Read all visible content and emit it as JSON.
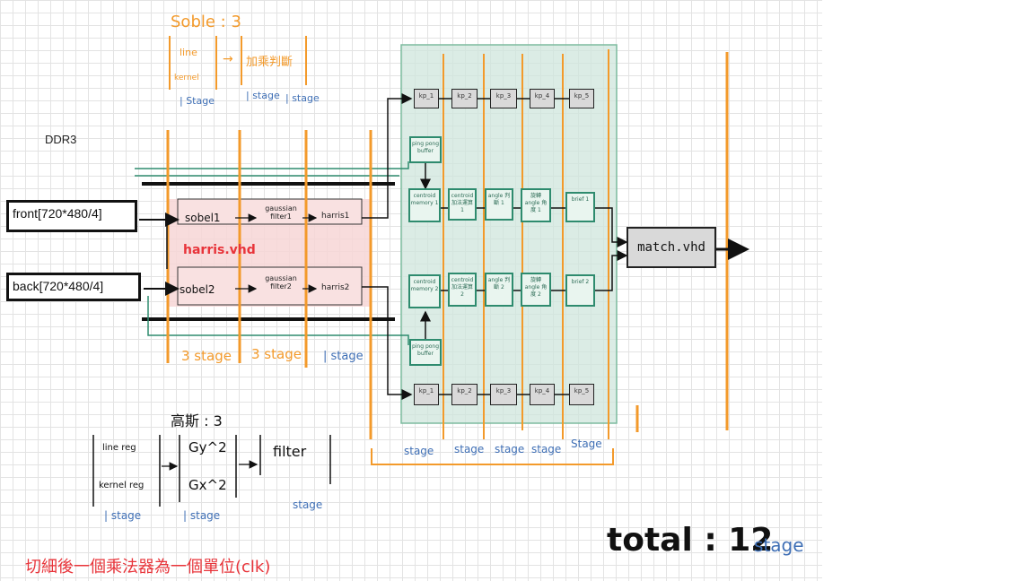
{
  "top_note": {
    "title": "Soble : 3",
    "col1": [
      "line",
      "kernel"
    ],
    "col2": "加乘判斷",
    "stages": [
      "Stage",
      "stage",
      "stage"
    ]
  },
  "ddr3_label": "DDR3",
  "inputs": {
    "front": "front[720*480/4]",
    "back": "back[720*480/4]"
  },
  "harris_module": {
    "name": "harris.vhd",
    "top_row": [
      "sobel1",
      "gaussian filter1",
      "harris1"
    ],
    "bottom_row": [
      "sobel2",
      "gaussian filter2",
      "harris2"
    ],
    "stage_labels": [
      "3 stage",
      "3 stage",
      "stage"
    ]
  },
  "match_pipeline": {
    "kp_top": [
      "kp_1",
      "kp_2",
      "kp_3",
      "kp_4",
      "kp_5"
    ],
    "kp_bottom": [
      "kp_1",
      "kp_2",
      "kp_3",
      "kp_4",
      "kp_5"
    ],
    "pingpong_top": "ping pong buffer",
    "pingpong_bottom": "ping pong buffer",
    "row_top": [
      "centroid memory 1",
      "centroid 加法運算 1",
      "angle 判斷 1",
      "旋轉 angle 角度 1",
      "brief 1"
    ],
    "row_bottom": [
      "centroid memory 2",
      "centroid 加法運算 2",
      "angle 判斷 2",
      "旋轉 angle 角度 2",
      "brief 2"
    ],
    "stage_labels": [
      "stage",
      "stage",
      "stage",
      "stage",
      "Stage"
    ],
    "match_block": "match.vhd"
  },
  "gauss_note": {
    "title": "高斯 : 3",
    "col1": [
      "line reg",
      "kernel reg"
    ],
    "col2": [
      "Gy^2",
      "Gx^2"
    ],
    "col3": "filter",
    "stages": [
      "stage",
      "stage",
      "stage"
    ]
  },
  "total": {
    "text": "total : 12",
    "unit": "stage"
  },
  "bottom_note": "切細後一個乘法器為一個單位(clk)",
  "colors": {
    "orange": "#f39a2b",
    "blue": "#3f6fb5",
    "green": "#2e8b6e",
    "red": "#e8343a",
    "pink": "#f7d6d6"
  }
}
